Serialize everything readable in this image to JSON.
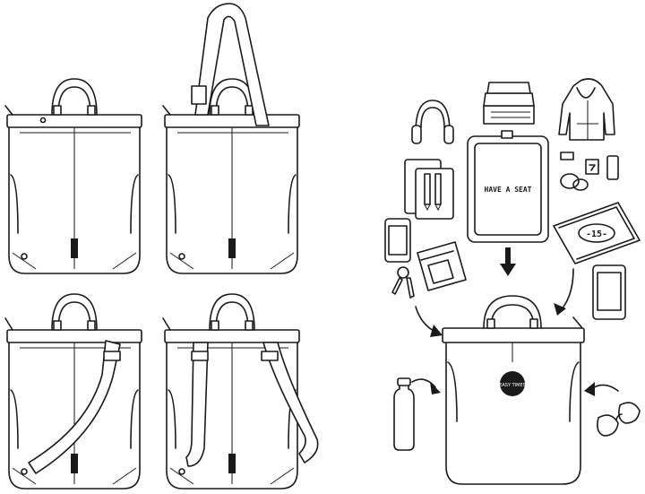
{
  "tablet_sleeve_text": "HAVE A SEAT",
  "laptop_badge_text": "-15-",
  "patch_text": "EASY TIMES",
  "bag_tag_text": "",
  "colors": {
    "line": "#1a1a1a",
    "background": "#ffffff"
  },
  "icons": [
    "headphones-icon",
    "books-icon",
    "hoodie-icon",
    "notebook-pens-icon",
    "tablet-sleeve-icon",
    "chargers-icon",
    "laptop-icon",
    "phone-icon",
    "wallet-icon",
    "keys-icon",
    "tablet-icon",
    "bottle-icon",
    "sunglasses-icon"
  ]
}
